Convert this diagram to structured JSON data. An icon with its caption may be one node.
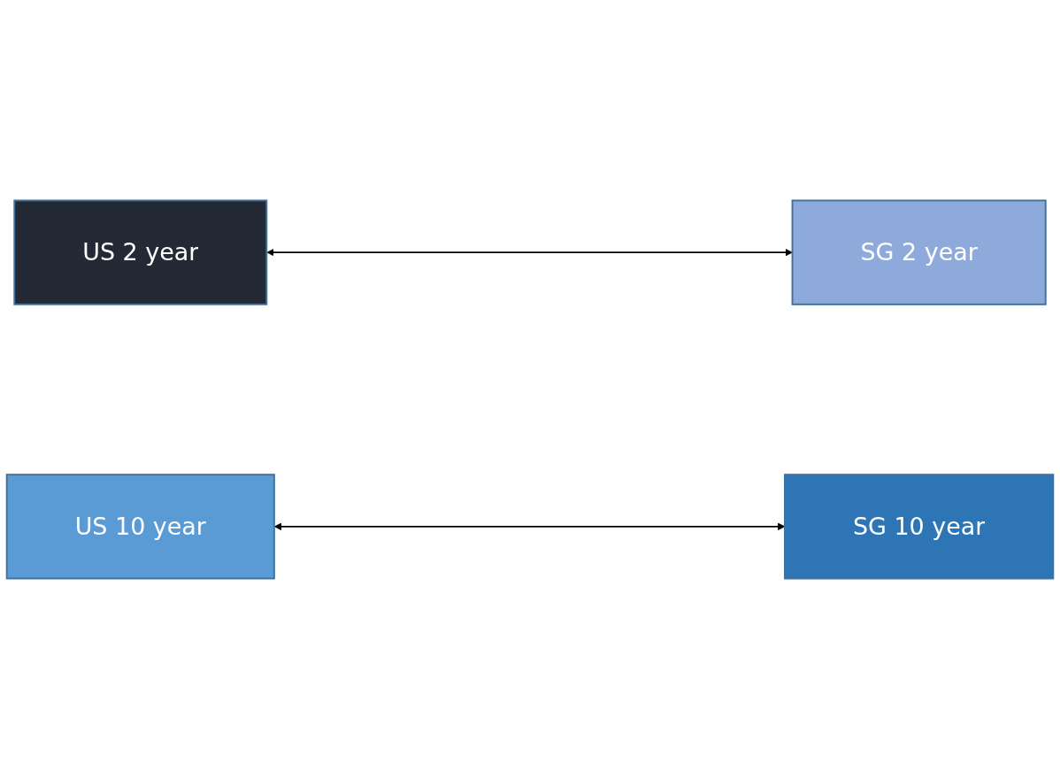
{
  "diagram": {
    "nodes": [
      {
        "text": [
          "US 2 year"
        ]
      },
      {
        "text": [
          "SG 2 year"
        ]
      },
      {
        "text": [
          "US 10 year"
        ]
      },
      {
        "text": [
          "SG 10 year"
        ]
      }
    ],
    "edges": [
      {
        "from": 0,
        "to": 1,
        "arrow": "both"
      },
      {
        "from": 2,
        "to": 3,
        "arrow": "both"
      }
    ]
  }
}
